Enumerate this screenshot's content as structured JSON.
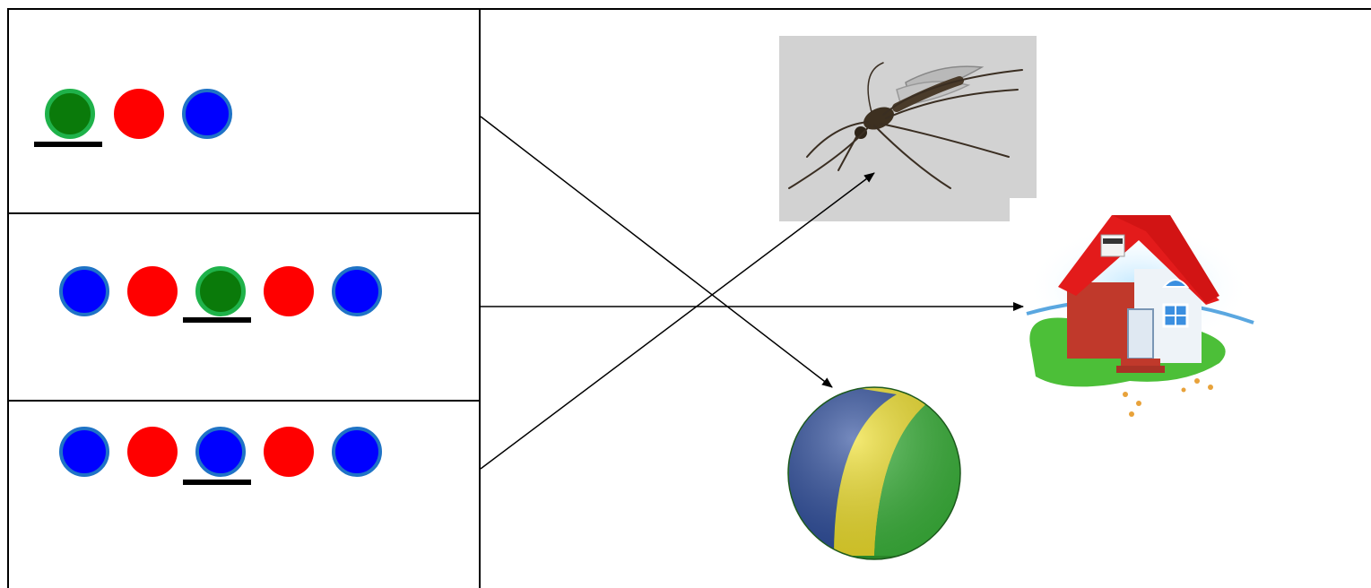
{
  "rows": [
    {
      "sounds": [
        {
          "color": "green",
          "underlined": true
        },
        {
          "color": "red",
          "underlined": false
        },
        {
          "color": "blue",
          "underlined": false
        }
      ]
    },
    {
      "sounds": [
        {
          "color": "blue",
          "underlined": false
        },
        {
          "color": "red",
          "underlined": false
        },
        {
          "color": "green",
          "underlined": true
        },
        {
          "color": "red",
          "underlined": false
        },
        {
          "color": "blue",
          "underlined": false
        }
      ]
    },
    {
      "sounds": [
        {
          "color": "blue",
          "underlined": false
        },
        {
          "color": "red",
          "underlined": false
        },
        {
          "color": "blue",
          "underlined": true
        },
        {
          "color": "red",
          "underlined": false
        },
        {
          "color": "blue",
          "underlined": false
        }
      ]
    }
  ],
  "pictures": [
    {
      "name": "mosquito",
      "icon": "mosquito-icon"
    },
    {
      "name": "house",
      "icon": "house-icon"
    },
    {
      "name": "ball",
      "icon": "ball-icon"
    }
  ],
  "connections": [
    {
      "from_row": 1,
      "to": "ball"
    },
    {
      "from_row": 2,
      "to": "house"
    },
    {
      "from_row": 3,
      "to": "mosquito"
    }
  ],
  "colors": {
    "blue": "#0000ff",
    "red": "#ff0000",
    "green": "#0a7a0a",
    "blue_ring": "#1f73c6",
    "green_ring": "#1fb24a"
  }
}
